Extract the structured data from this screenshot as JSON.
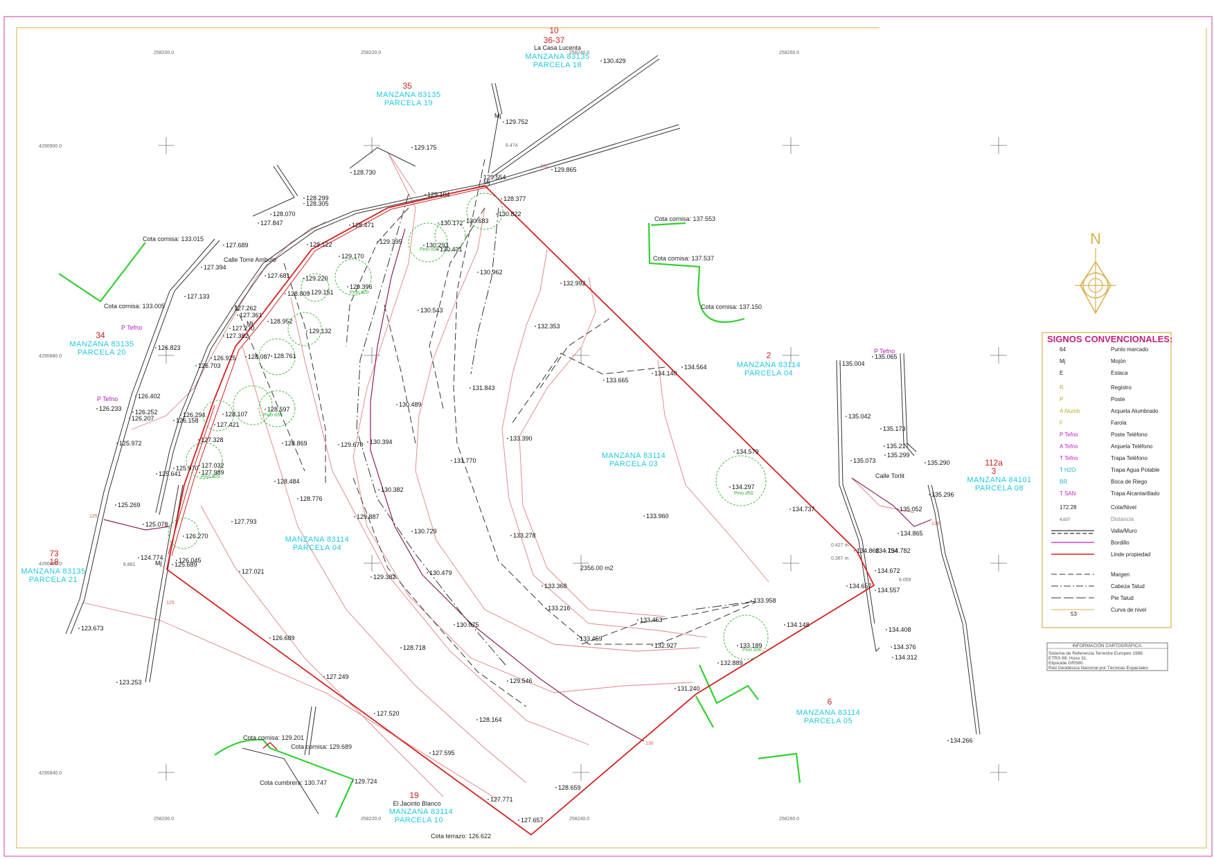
{
  "map": {
    "coordinates": {
      "x_top": [
        "258200.0",
        "258220.0",
        "258240.0",
        "258260.0"
      ],
      "x_bottom": [
        "258200.0",
        "258220.0",
        "258240.0",
        "258260.0"
      ],
      "y_left": [
        "4290900.0",
        "4290880.0",
        "4290860.0",
        "4290840.0"
      ]
    },
    "parcels": [
      {
        "num": "10",
        "num2": "36-37",
        "street": "La Casa Lucenta",
        "manzana": "MANZANA 83135",
        "parcela": "PARCELA 18"
      },
      {
        "num": "35",
        "manzana": "MANZANA 83135",
        "parcela": "PARCELA 19"
      },
      {
        "num": "34",
        "manzana": "MANZANA 83135",
        "parcela": "PARCELA 20"
      },
      {
        "num": "73",
        "num2": "18",
        "manzana": "MANZANA 83135",
        "parcela": "PARCELA 21"
      },
      {
        "num": "2",
        "manzana": "MANZANA 83114",
        "parcela": "PARCELA 04"
      },
      {
        "manzana": "MANZANA 83114",
        "parcela": "PARCELA 03"
      },
      {
        "manzana": "MANZANA 83114",
        "parcela": "PARCELA 04"
      },
      {
        "num": "112a",
        "num2": "3",
        "manzana": "MANZANA 84101",
        "parcela": "PARCELA 08"
      },
      {
        "num": "6",
        "manzana": "MANZANA 83114",
        "parcela": "PARCELA 05"
      },
      {
        "num": "19",
        "street": "El Jacinto Blanco",
        "manzana": "MANZANA 83114",
        "parcela": "PARCELA 10"
      }
    ],
    "streets": [
      "Calle Torre Ambolo",
      "Calle Torlit"
    ],
    "area": "2356.00 m2",
    "cornisas": [
      "Cota cornisa: 133.015",
      "Cota cornisa: 133.005",
      "Cota cornisa: 137.553",
      "Cota cornisa: 137.537",
      "Cota cornisa: 137.150",
      "Cota cornisa: 129.201",
      "Cota cornisa: 129.689",
      "Cota cumbrera: 130.747",
      "Cota terrazo: 126.622"
    ],
    "telefono": [
      "P Tefno",
      "P Tefno",
      "P Tefno"
    ],
    "trees": [
      "Pino d30",
      "Pino d20",
      "Pino d50",
      "Pino d30",
      "Pino d20",
      "Pino d30"
    ],
    "misc": [
      "Mj",
      "Mj",
      "Mj",
      "Mj",
      "6.474",
      "6.861",
      "6.059",
      "0.427 m",
      "0.367 m",
      "125",
      "125",
      "130",
      "135",
      "130"
    ],
    "spots": [
      "130.429",
      "129.752",
      "129.175",
      "128.730",
      "129.865",
      "129.554",
      "129.104",
      "128.377",
      "128.299",
      "128.305",
      "128.070",
      "127.847",
      "128.471",
      "129.395",
      "130.172",
      "130.683",
      "130.822",
      "130.293",
      "130.431",
      "127.689",
      "127.394",
      "128.122",
      "129.170",
      "127.681",
      "129.220",
      "129.396",
      "128.809",
      "129.151",
      "127.133",
      "127.262",
      "127.361",
      "128.952",
      "127.270",
      "127.382",
      "129.132",
      "130.962",
      "132.992",
      "130.543",
      "132.353",
      "126.823",
      "126.925",
      "128.087",
      "128.761",
      "126.703",
      "131.843",
      "133.665",
      "134.140",
      "134.564",
      "126.402",
      "126.252",
      "126.207",
      "126.294",
      "126.158",
      "128.107",
      "128.597",
      "130.489",
      "127.421",
      "126.233",
      "125.972",
      "127.328",
      "128.869",
      "129.670",
      "130.394",
      "133.390",
      "131.770",
      "127.032",
      "127.989",
      "125.970",
      "125.641",
      "128.484",
      "128.776",
      "125.269",
      "130.382",
      "129.887",
      "127.793",
      "125.078",
      "126.270",
      "130.729",
      "133.278",
      "133.960",
      "134.579",
      "134.297",
      "134.737",
      "124.774",
      "126.045",
      "125.689",
      "127.021",
      "129.382",
      "130.479",
      "133.368",
      "133.216",
      "123.673",
      "126.689",
      "130.075",
      "128.718",
      "133.453",
      "133.459",
      "132.927",
      "133.958",
      "133.189",
      "132.889",
      "134.148",
      "123.253",
      "127.249",
      "129.546",
      "131.240",
      "127.520",
      "128.164",
      "129.724",
      "127.595",
      "127.771",
      "128.659",
      "127.657",
      "135.004",
      "135.065",
      "135.042",
      "135.173",
      "135.217",
      "135.299",
      "135.290",
      "135.073",
      "135.296",
      "135.052",
      "134.865",
      "134.782",
      "134.808",
      "134.754",
      "134.672",
      "134.657",
      "134.557",
      "134.408",
      "134.376",
      "134.312",
      "134.266"
    ]
  },
  "north_label": "N",
  "legend": {
    "title": "SIGNOS CONVENCIONALES:",
    "items": [
      {
        "sym": "64",
        "text": "Punto marcado"
      },
      {
        "sym": "Mj",
        "text": "Mojón"
      },
      {
        "sym": "E",
        "text": "Estaca"
      },
      {
        "sym": "R",
        "text": "Registro"
      },
      {
        "sym": "P",
        "text": "Poste"
      },
      {
        "sym": "A Alumb",
        "text": "Arqueta Alumbrado"
      },
      {
        "sym": "F",
        "text": "Farola"
      },
      {
        "sym": "P Tefno",
        "text": "Poste Teléfono"
      },
      {
        "sym": "A Tefno",
        "text": "Arqueta Teléfono"
      },
      {
        "sym": "T Tefno",
        "text": "Trapa Teléfono"
      },
      {
        "sym": "T H2O",
        "text": "Trapa Agua Potable"
      },
      {
        "sym": "BR",
        "text": "Boca de Riego"
      },
      {
        "sym": "T SAN",
        "text": "Trapa Alcantarillado"
      },
      {
        "sym": "172.28",
        "text": "Cota/Nivel"
      },
      {
        "sym": "4.007",
        "text": "Distancia"
      },
      {
        "sym": "",
        "text": "Valla/Muro"
      },
      {
        "sym": "",
        "text": "Bordillo"
      },
      {
        "sym": "",
        "text": "Linde propiedad"
      },
      {
        "sym": "",
        "text": "Margen"
      },
      {
        "sym": "",
        "text": "Cabeza Talud"
      },
      {
        "sym": "",
        "text": "Pie Talud"
      },
      {
        "sym": "53",
        "text": "Curva de nivel"
      }
    ]
  },
  "info_box": {
    "title": "INFORMACIÓN CARTOGRÁFICA:",
    "lines": [
      "Sistema de Referencia Terrestre Europeo 1989.",
      "ETRS 89. Huso 31.",
      "Elipsoide GRS80.",
      "Red Geodésica Nacional por Técnicas Espaciales"
    ]
  },
  "colors": {
    "property_line": "#d42020",
    "curb": "#c020c0",
    "contour": "#e08080",
    "labels_cyan": "#1ec8e0",
    "parcel_numbers": "#d02020",
    "buildings": "#30d030",
    "frame": "#d8b04c",
    "legend_title": "#c02080"
  }
}
